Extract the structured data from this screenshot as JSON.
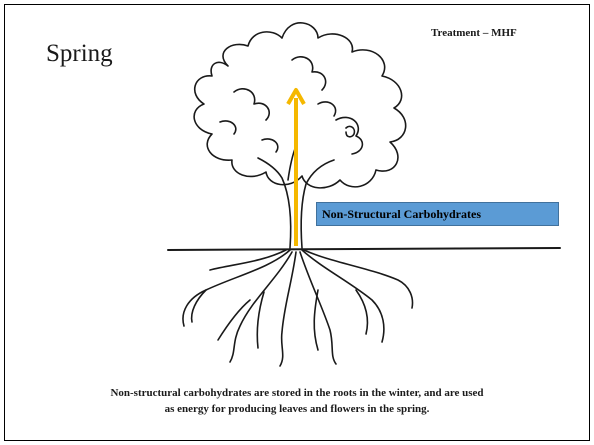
{
  "slide": {
    "title": "Spring",
    "treatment_prefix": "Treatment – ",
    "treatment_code": "MHF",
    "callout": "Non-Structural Carbohydrates",
    "caption_line1": "Non-structural carbohydrates are stored in the roots in the winter, and are used",
    "caption_line2": "as energy for producing leaves and flowers in the spring."
  },
  "colors": {
    "arrow": "#f5b800",
    "callout_fill": "#5b9bd5",
    "callout_border": "#41719c",
    "ink": "#1a1a1a"
  }
}
